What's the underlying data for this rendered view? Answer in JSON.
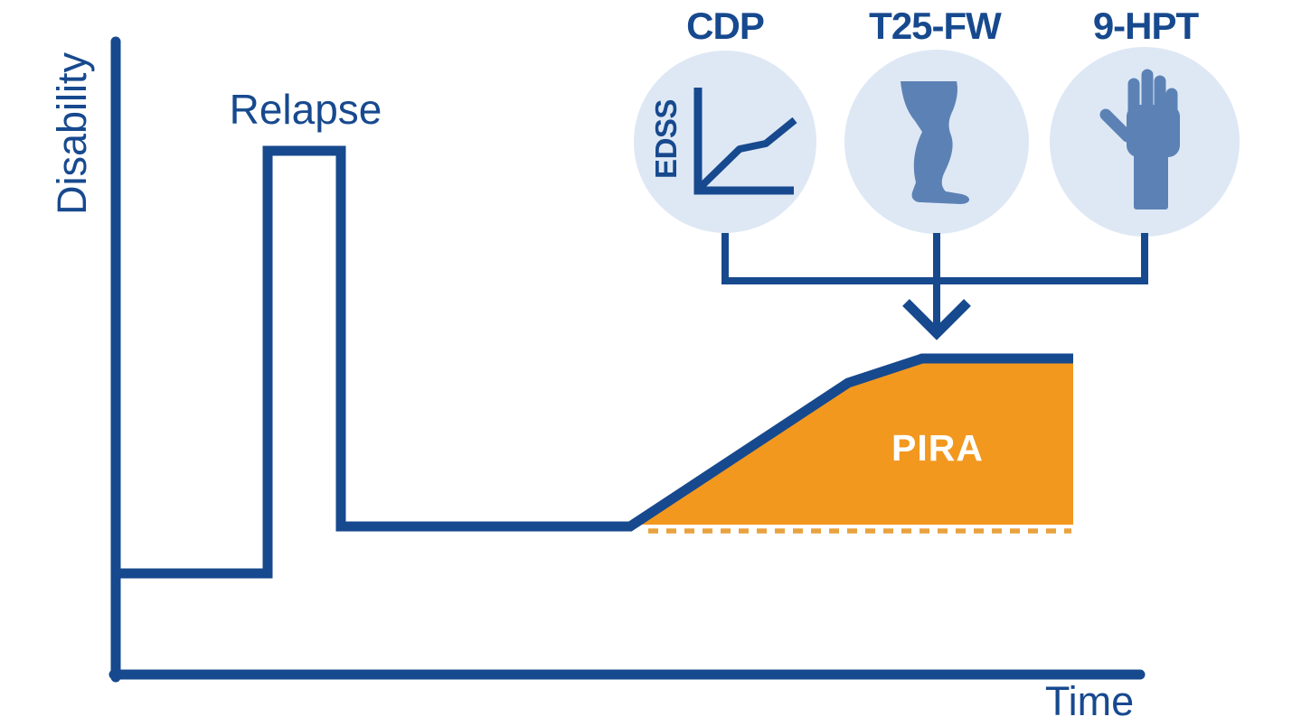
{
  "diagram": {
    "y_axis_label": "Disability",
    "x_axis_label": "Time",
    "relapse_label": "Relapse",
    "pira_label": "PIRA"
  },
  "assessments": [
    {
      "label": "CDP",
      "icon": "edss-graph-icon",
      "inner_text": "EDSS"
    },
    {
      "label": "T25-FW",
      "icon": "leg-icon"
    },
    {
      "label": "9-HPT",
      "icon": "hand-icon"
    }
  ],
  "colors": {
    "line_dark_blue": "#17498E",
    "icon_mid_blue": "#5C82B5",
    "circle_light_blue": "#DEE8F5",
    "pira_fill_orange": "#F2981F",
    "dashed_line_orange": "#E9A23F",
    "pira_text_white": "#FFFFFF"
  }
}
